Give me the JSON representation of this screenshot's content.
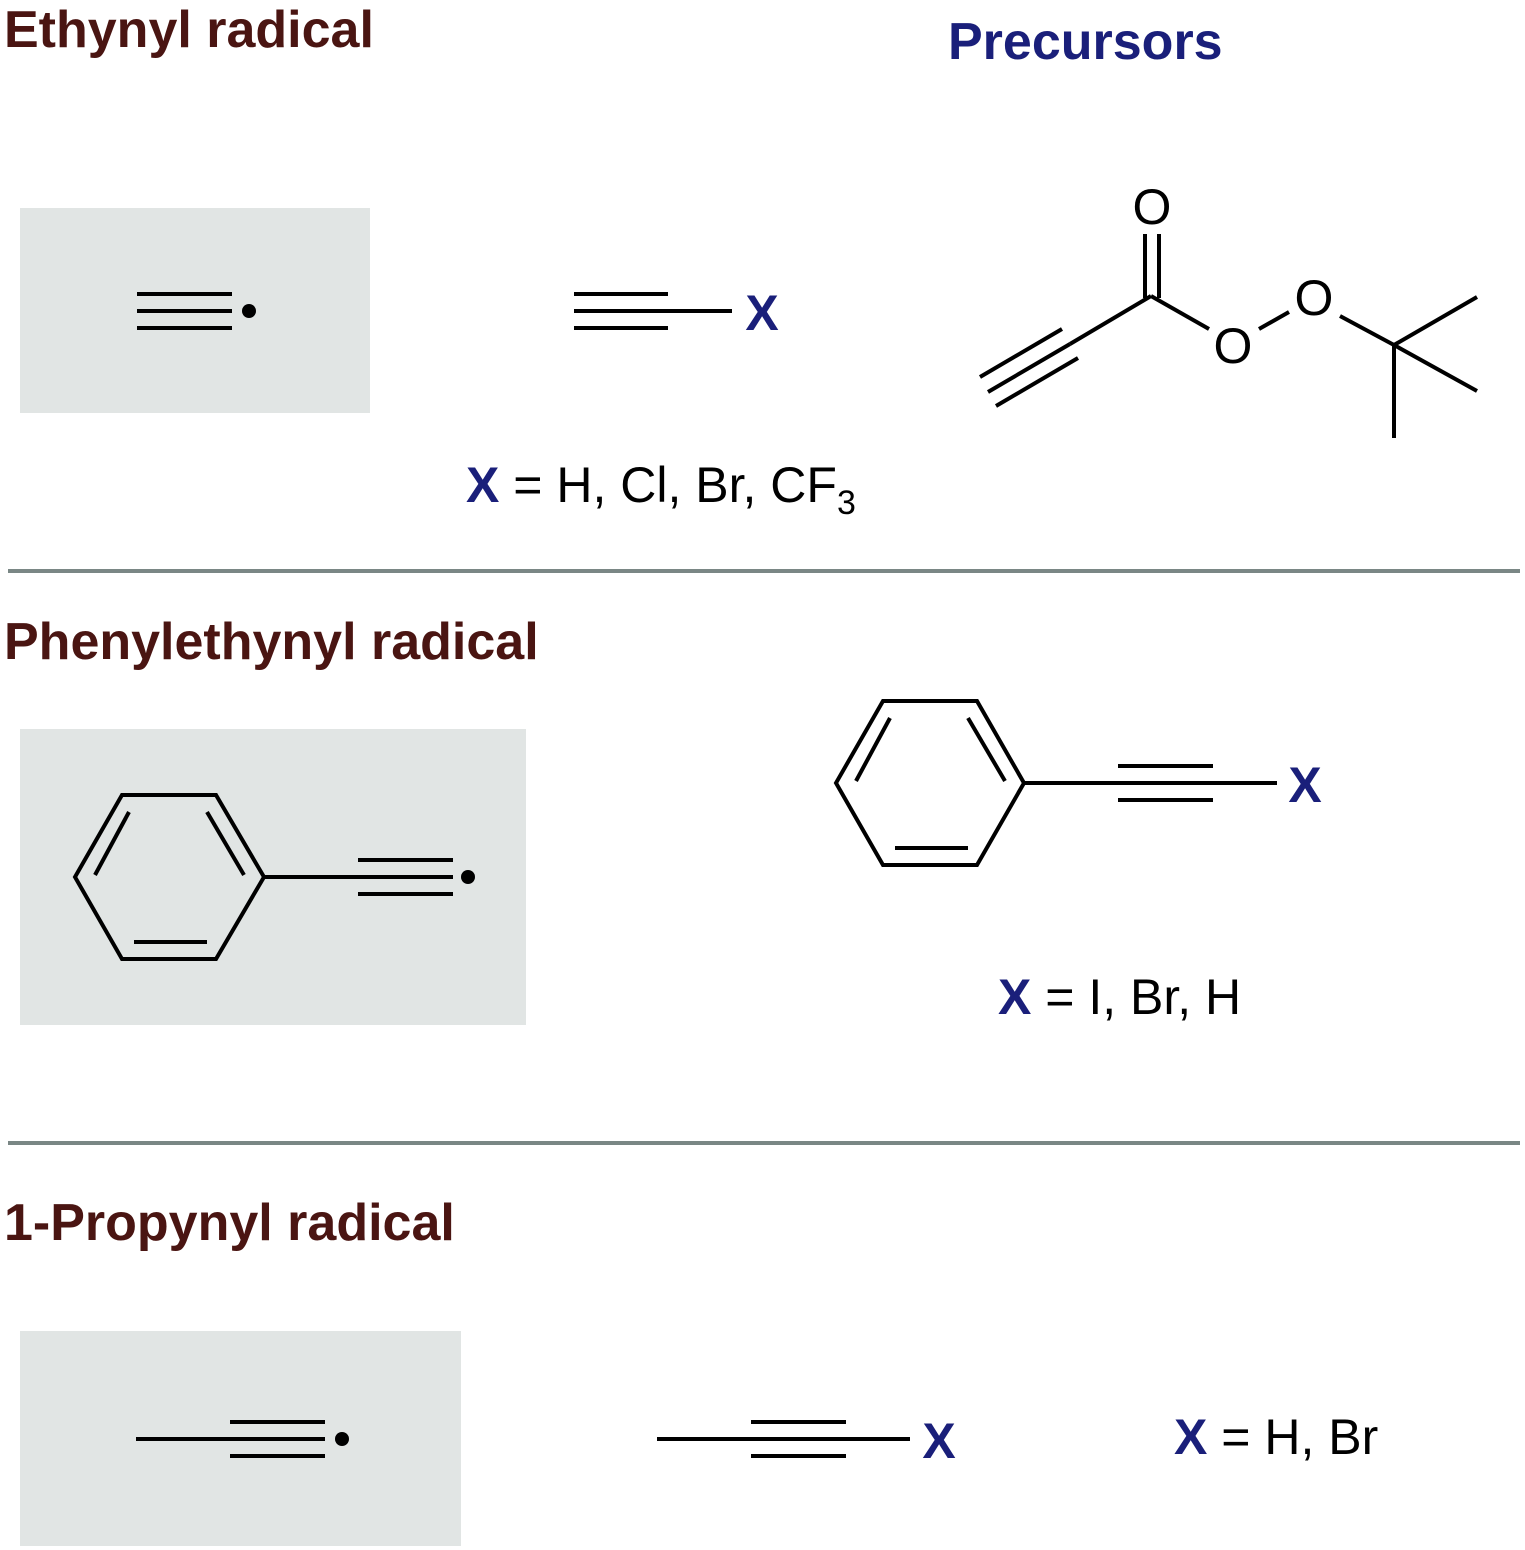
{
  "sections": {
    "ethynyl": {
      "title": "Ethynyl radical",
      "x_values": "= H, Cl, Br, CF",
      "x_subscript": "3"
    },
    "phenylethynyl": {
      "title": "Phenylethynyl radical",
      "x_values": "= I, Br, H"
    },
    "propynyl": {
      "title": "1-Propynyl radical",
      "x_values": "= H, Br"
    }
  },
  "header": {
    "precursors": "Precursors"
  },
  "labels": {
    "x_symbol": "X",
    "oxygen": "O"
  },
  "colors": {
    "title": "#4a1512",
    "accent": "#1a1f7a",
    "box": "#e1e5e4",
    "divider": "#7a8785",
    "bond": "#000000"
  }
}
